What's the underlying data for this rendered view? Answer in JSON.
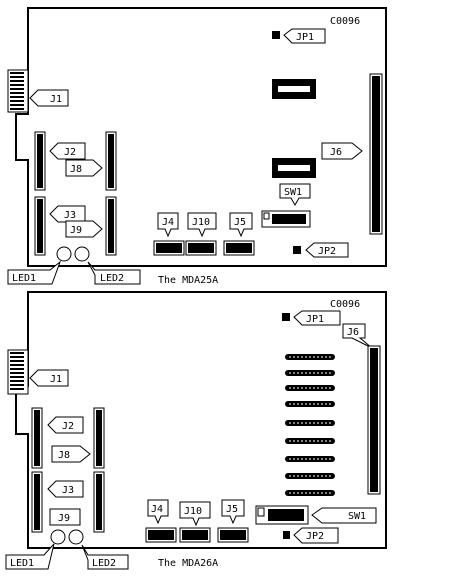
{
  "boards": [
    {
      "caption": "The MDA25A",
      "figure_id": "C0096",
      "labels": {
        "jp1": "JP1",
        "j1": "J1",
        "j2": "J2",
        "j8": "J8",
        "j3": "J3",
        "j9": "J9",
        "j4": "J4",
        "j10": "J10",
        "j5": "J5",
        "sw1": "SW1",
        "j6": "J6",
        "jp2": "JP2",
        "led1": "LED1",
        "led2": "LED2"
      }
    },
    {
      "caption": "The MDA26A",
      "figure_id": "C0096",
      "labels": {
        "jp1": "JP1",
        "j1": "J1",
        "j2": "J2",
        "j8": "J8",
        "j3": "J3",
        "j9": "J9",
        "j4": "J4",
        "j10": "J10",
        "j5": "J5",
        "sw1": "SW1",
        "j6": "J6",
        "jp2": "JP2",
        "led1": "LED1",
        "led2": "LED2"
      }
    }
  ]
}
